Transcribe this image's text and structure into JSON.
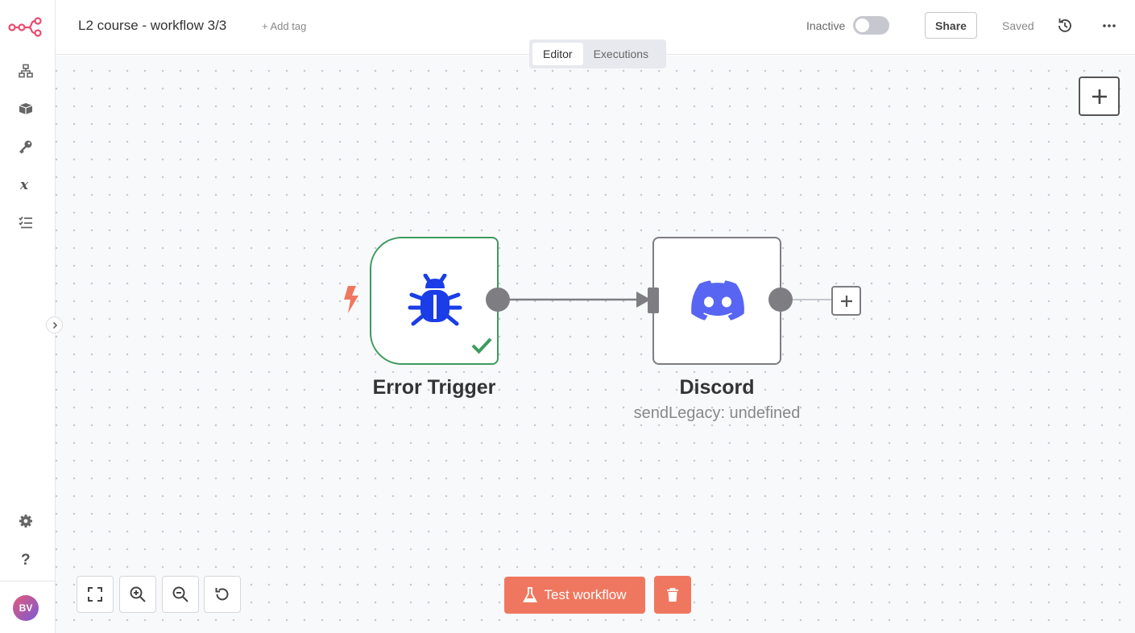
{
  "header": {
    "workflow_title": "L2 course - workflow 3/3",
    "add_tag_label": "+ Add tag",
    "status_label": "Inactive",
    "active": false,
    "share_label": "Share",
    "saved_label": "Saved"
  },
  "tabs": [
    {
      "label": "Editor",
      "active": true
    },
    {
      "label": "Executions",
      "active": false
    }
  ],
  "sidebar": {
    "items": [
      {
        "icon": "workflows-icon"
      },
      {
        "icon": "templates-icon"
      },
      {
        "icon": "credentials-icon"
      },
      {
        "icon": "variables-icon"
      },
      {
        "icon": "executions-icon"
      }
    ],
    "bottom_items": [
      {
        "icon": "settings-icon"
      },
      {
        "icon": "help-icon"
      }
    ],
    "user_initials": "BV"
  },
  "nodes": [
    {
      "name": "Error Trigger",
      "subtitle": "",
      "icon": "bug-icon",
      "status": "success",
      "type": "trigger"
    },
    {
      "name": "Discord",
      "subtitle": "sendLegacy: undefined",
      "icon": "discord-icon",
      "status": "",
      "type": "action"
    }
  ],
  "footer": {
    "test_label": "Test workflow"
  },
  "colors": {
    "brand": "#ea4b71",
    "accent": "#f0775f",
    "success": "#3e9a5e",
    "trigger_icon": "#1a3de8",
    "discord": "#5865f2"
  }
}
